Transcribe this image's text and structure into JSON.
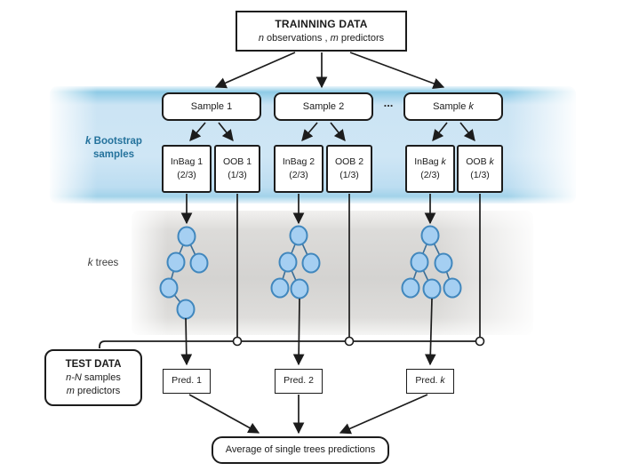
{
  "colors": {
    "band_blue": "#cfe6f5",
    "band_gray": "#d4d3d1",
    "node_fill": "#a5cff2",
    "node_stroke": "#4187bd",
    "line": "#1c1c1c",
    "bootstrap_label": "#24729c"
  },
  "training": {
    "title": "TRAINNING DATA",
    "sub_n": "n",
    "sub_mid": " observations , ",
    "sub_m": "m",
    "sub_end": " predictors"
  },
  "bootstrap_label": {
    "k": "k",
    "rest": " Bootstrap",
    "line2": "samples"
  },
  "samples": {
    "s1": "Sample 1",
    "s2": "Sample 2",
    "ellipsis": "...",
    "sk_pre": "Sample ",
    "sk_k": "k"
  },
  "bags": {
    "inbag1_l1": "InBag 1",
    "inbag1_l2": "(2/3)",
    "oob1_l1": "OOB 1",
    "oob1_l2": "(1/3)",
    "inbag2_l1": "InBag 2",
    "inbag2_l2": "(2/3)",
    "oob2_l1": "OOB 2",
    "oob2_l2": "(1/3)",
    "inbagk_pre": "InBag ",
    "inbagk_k": "k",
    "inbagk_l2": "(2/3)",
    "oobk_pre": "OOB ",
    "oobk_k": "k",
    "oobk_l2": "(1/3)"
  },
  "trees_label": {
    "k": "k",
    "rest": " trees"
  },
  "test": {
    "title": "TEST DATA",
    "l1_i": "n-N",
    "l1_rest": " samples",
    "l2_i": "m",
    "l2_rest": " predictors"
  },
  "preds": {
    "p1": "Pred. 1",
    "p2": "Pred. 2",
    "pk_pre": "Pred. ",
    "pk_k": "k"
  },
  "average": {
    "label": "Average of single trees predictions"
  }
}
